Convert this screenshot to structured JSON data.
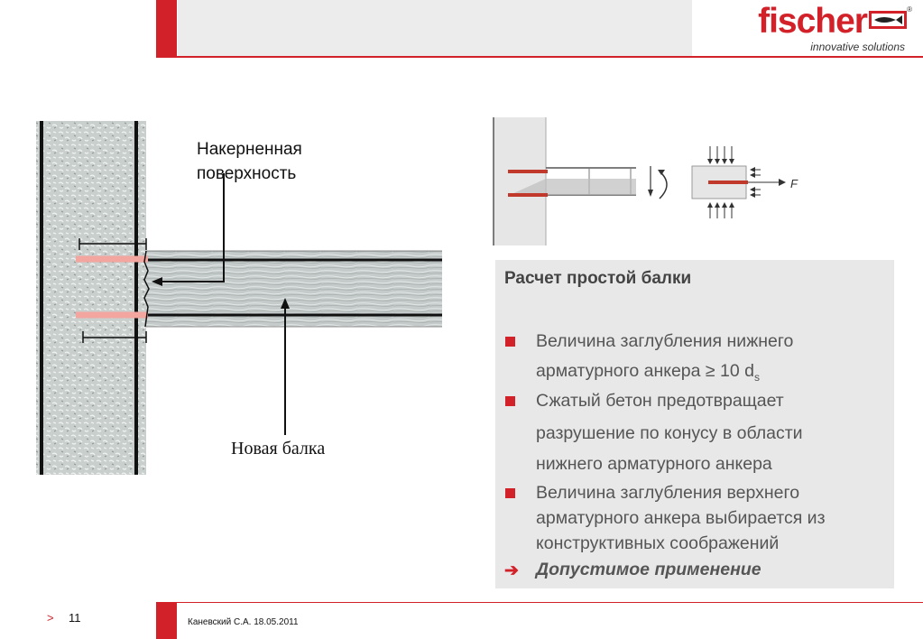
{
  "header": {
    "logo_text": "fischer",
    "logo_tagline": "innovative solutions",
    "logo_reg": "®",
    "brand_color": "#d3212a"
  },
  "diagram": {
    "label_surface": [
      "Накерненная",
      "поверхность"
    ],
    "label_new_beam": "Новая балка",
    "force_label": "F"
  },
  "panel": {
    "title": "Расчет простой балки",
    "bullets": [
      {
        "lines": [
          "Величина заглубления нижнего",
          "арматурного анкера ≥ 10 d"
        ],
        "subscript": "s"
      },
      {
        "lines": [
          "Сжатый бетон предотвращает",
          "разрушение по конусу в области",
          "нижнего арматурного анкера"
        ]
      },
      {
        "lines": [
          "Величина заглубления верхнего",
          "арматурного анкера выбирается из",
          "конструктивных соображений"
        ]
      }
    ],
    "conclusion_arrow": "➔",
    "conclusion": "Допустимое применение"
  },
  "footer": {
    "page_marker": ">",
    "page_number": "11",
    "author_date": "Каневский С.А. 18.05.2011"
  }
}
